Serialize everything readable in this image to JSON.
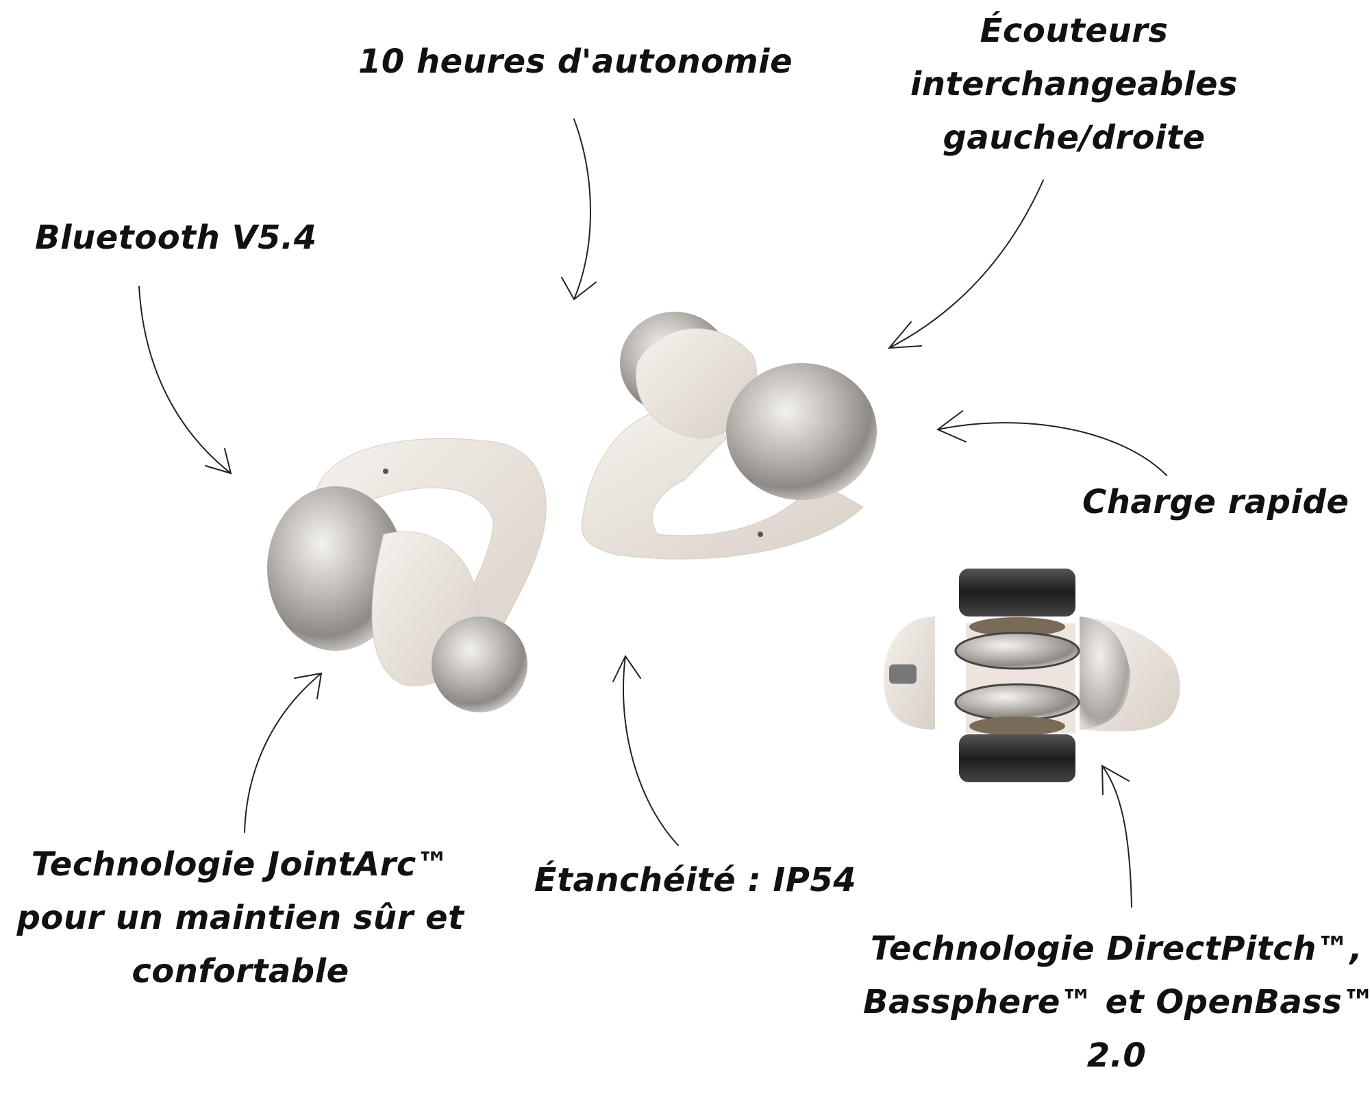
{
  "labels": {
    "autonomy": "10 heures d'autonomie",
    "interchangeable": [
      "Écouteurs",
      "interchangeables",
      "gauche/droite"
    ],
    "bluetooth": "Bluetooth V5.4",
    "fast_charge": "Charge rapide",
    "jointarc": [
      "Technologie JointArc™",
      "pour un maintien sûr et",
      "confortable"
    ],
    "waterproof": "Étanchéité : IP54",
    "directpitch": [
      "Technologie DirectPitch™,",
      "Bassphere™ et OpenBass™",
      "2.0"
    ]
  },
  "colors": {
    "text": "#111111",
    "shell": "#e9e3dc",
    "metal": "#b8b4b0",
    "driver": "#2a2a2a"
  }
}
